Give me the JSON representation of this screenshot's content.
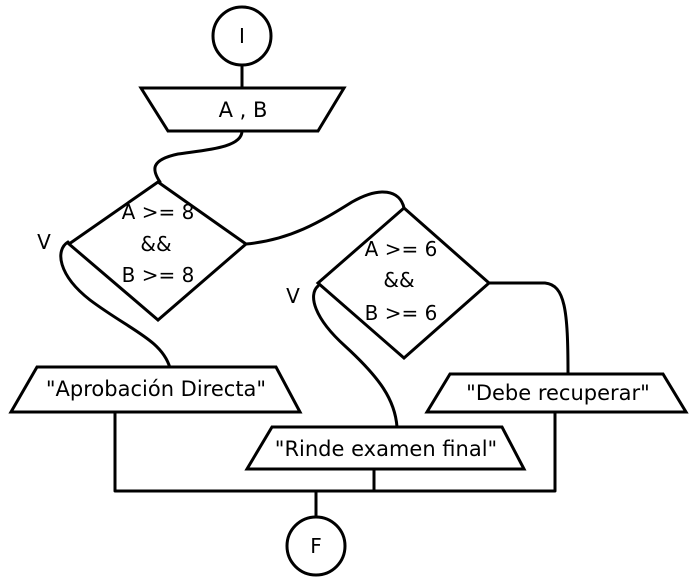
{
  "diagram": {
    "start": {
      "label": "I"
    },
    "end": {
      "label": "F"
    },
    "input": {
      "label": "A , B"
    },
    "decision1": {
      "line1": "A >= 8",
      "line2": "&&",
      "line3": "B >= 8",
      "true_label": "V"
    },
    "decision2": {
      "line1": "A >= 6",
      "line2": "&&",
      "line3": "B >= 6",
      "true_label": "V"
    },
    "output_direct": {
      "label": "\"Aprobación Directa\""
    },
    "output_final": {
      "label": "\"Rinde examen final\""
    },
    "output_recover": {
      "label": "\"Debe recuperar\""
    }
  }
}
